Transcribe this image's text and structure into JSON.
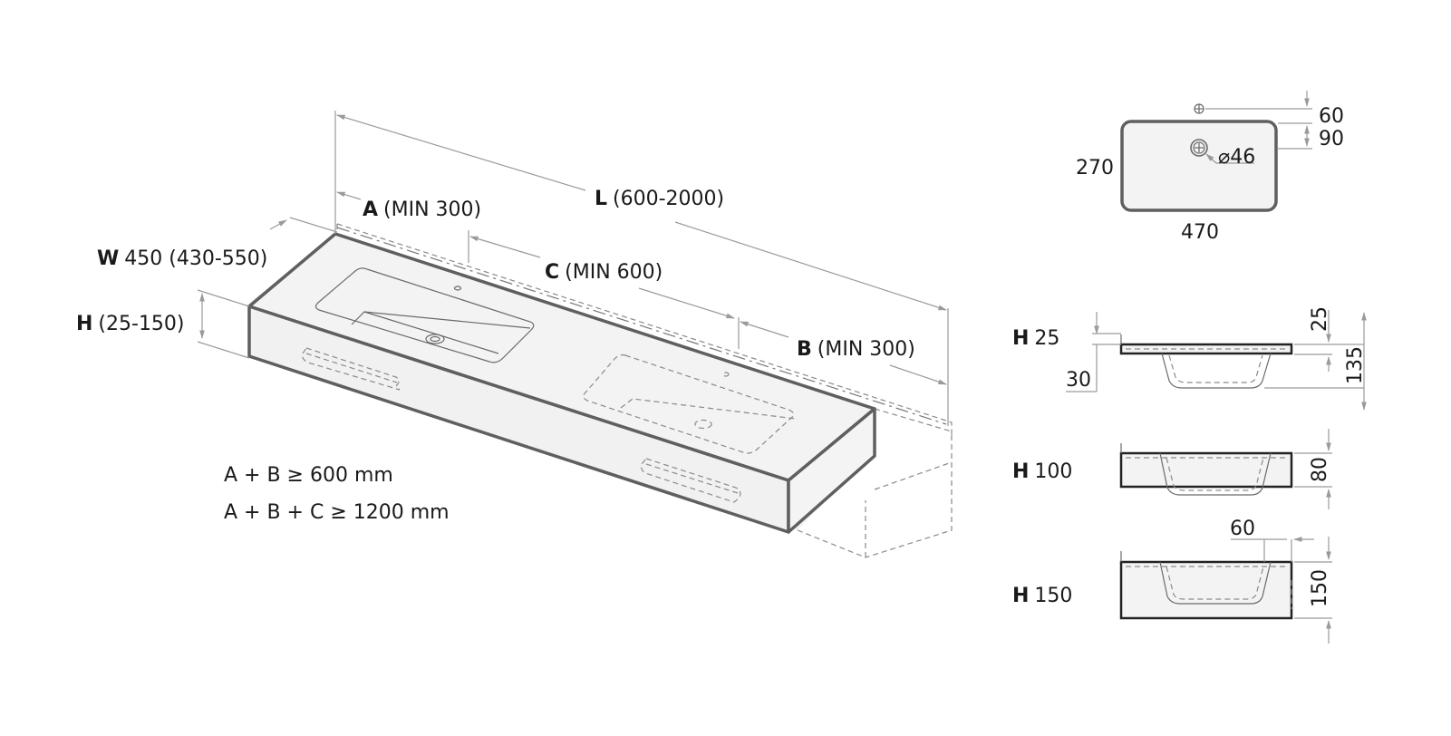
{
  "iso": {
    "l_letter": "L",
    "l_range": "(600-2000)",
    "a_letter": "A",
    "a_range": "(MIN 300)",
    "c_letter": "C",
    "c_range": "(MIN 600)",
    "b_letter": "B",
    "b_range": "(MIN 300)",
    "w_letter": "W",
    "w_range": "450 (430-550)",
    "h_letter": "H",
    "h_range": "(25-150)"
  },
  "formulas": {
    "line1": "A + B ≥ 600 mm",
    "line2": "A + B + C ≥ 1200 mm"
  },
  "basin_top": {
    "offset_60": "60",
    "offset_90": "90",
    "depth": "270",
    "drain_diameter": "⌀46",
    "width": "470"
  },
  "sections": [
    {
      "letter": "H",
      "value": "25",
      "dims": {
        "top": "25",
        "overall": "135",
        "side": "30"
      }
    },
    {
      "letter": "H",
      "value": "100",
      "dims": {
        "height": "80"
      }
    },
    {
      "letter": "H",
      "value": "150",
      "dims": {
        "height": "150",
        "offset": "60"
      }
    }
  ]
}
